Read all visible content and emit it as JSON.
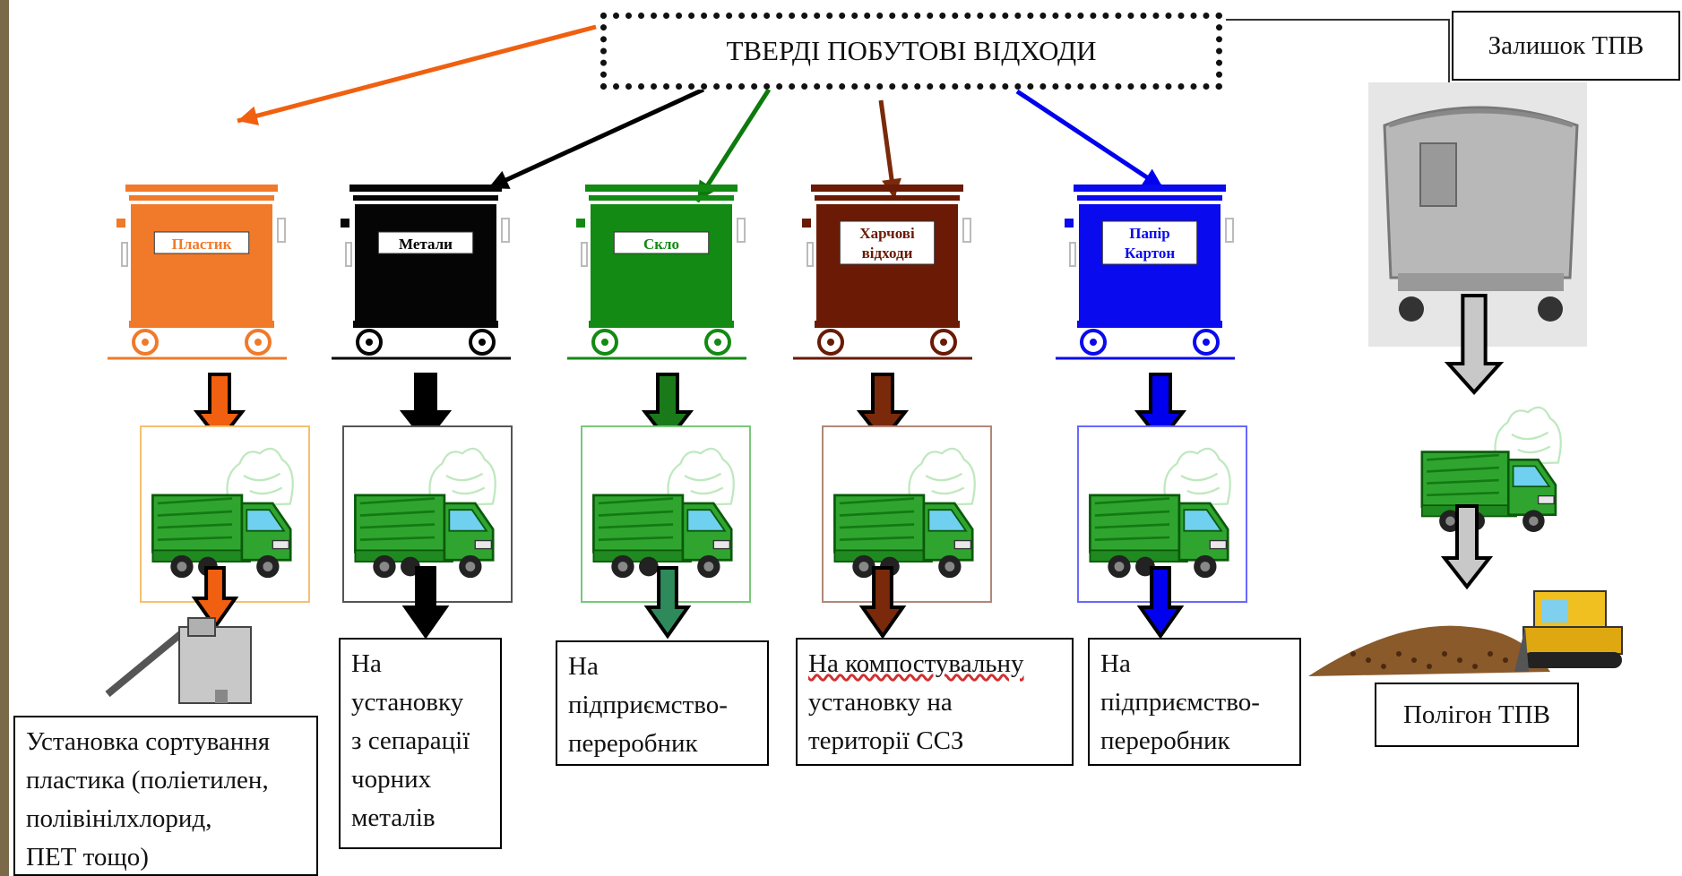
{
  "title": "ТВЕРДІ ПОБУТОВІ ВІДХОДИ",
  "remainder": "Залишок ТПВ",
  "landfill": "Полігон ТПВ",
  "bins": [
    {
      "key": "plastic",
      "lines": [
        "Пластик"
      ],
      "color": "#f07a2a",
      "arrow": "#f06010"
    },
    {
      "key": "metals",
      "lines": [
        "Метали"
      ],
      "color": "#050505",
      "arrow": "#000000"
    },
    {
      "key": "glass",
      "lines": [
        "Скло"
      ],
      "color": "#138a13",
      "arrow": "#0d7a0d"
    },
    {
      "key": "food",
      "lines": [
        "Харчові",
        "відходи"
      ],
      "color": "#6a1a05",
      "arrow": "#7a2a0a"
    },
    {
      "key": "paper",
      "lines": [
        "Папір",
        "Картон"
      ],
      "color": "#0a0aee",
      "arrow": "#0000ee"
    }
  ],
  "destinations": [
    {
      "key": "plastic",
      "lines": [
        "Установка сортування",
        "пластика (поліетилен,",
        "полівінілхлорид,",
        "ПЕТ тощо)"
      ]
    },
    {
      "key": "metals",
      "lines": [
        "На",
        "установку",
        "з сепарації",
        "чорних",
        "металів"
      ]
    },
    {
      "key": "glass",
      "lines": [
        "На",
        "підприємство-",
        "переробник"
      ]
    },
    {
      "key": "food",
      "lines": [
        "На компостувальну",
        "установку на",
        "території ССЗ"
      ]
    },
    {
      "key": "paper",
      "lines": [
        "На",
        "підприємство-",
        "переробник"
      ]
    }
  ],
  "colors": {
    "truck": "#2fa52f",
    "truck_dark": "#137a13",
    "truck_window": "#6fd0f0",
    "gray_arrow": "#c8c8c8",
    "bulldozer": "#f0c020",
    "soil": "#8a5a2a"
  },
  "frame_colors": [
    "#f5c070",
    "#555555",
    "#7ac87a",
    "#b08878",
    "#6868ff"
  ]
}
